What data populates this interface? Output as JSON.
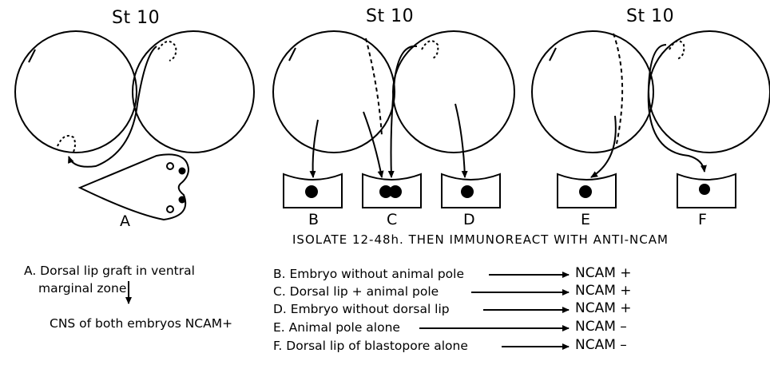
{
  "stages": [
    "St 10",
    "St 10",
    "St 10"
  ],
  "labels": [
    "A",
    "B",
    "C",
    "D",
    "E",
    "F"
  ],
  "caption": "ISOLATE 12-48h. THEN IMMUNOREACT WITH ANTI-NCAM",
  "legend_a": {
    "line1": "A. Dorsal lip graft in ventral",
    "line2": "marginal zone",
    "result": "CNS of both embryos NCAM+"
  },
  "experiments": [
    {
      "text": "B. Embryo without animal pole",
      "result": "NCAM +"
    },
    {
      "text": "C. Dorsal lip + animal pole",
      "result": "NCAM +"
    },
    {
      "text": "D. Embryo without dorsal lip",
      "result": "NCAM +"
    },
    {
      "text": "E. Animal pole alone",
      "result": "NCAM –"
    },
    {
      "text": "F. Dorsal lip of blastopore alone",
      "result": "NCAM –"
    }
  ]
}
